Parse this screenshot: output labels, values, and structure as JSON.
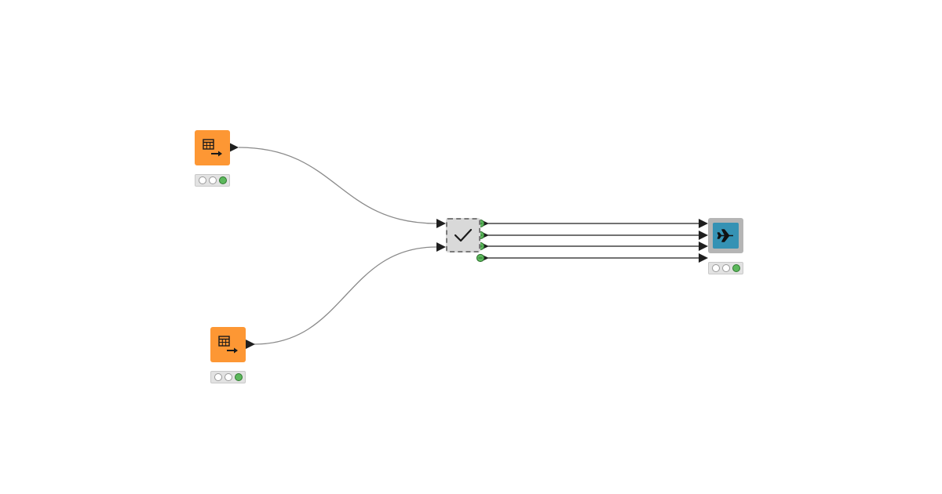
{
  "colors": {
    "table_creator_node": "#fd9734",
    "component_node_fill": "#d9d9d9",
    "destination_node_outer": "#b5b5b5",
    "destination_node_inner": "#3592b4",
    "status_green": "#5cb85c",
    "wire_gray": "#8a8a8a",
    "wire_dark": "#1f1f1f"
  },
  "nodes": [
    {
      "id": "table-creator-1",
      "type": "table-creator",
      "icon": "table-arrow-icon",
      "status": [
        "off",
        "off",
        "on"
      ]
    },
    {
      "id": "table-creator-2",
      "type": "table-creator",
      "icon": "table-arrow-icon",
      "status": [
        "off",
        "off",
        "on"
      ]
    },
    {
      "id": "component-node",
      "type": "component",
      "icon": "checkmark-icon",
      "output_ports": 4
    },
    {
      "id": "destination-node",
      "type": "destination",
      "icon": "airplane-icon",
      "status": [
        "off",
        "off",
        "on"
      ],
      "input_ports": 4
    }
  ],
  "connections": [
    {
      "from": "table-creator-1",
      "to": "component-node",
      "to_port": 1
    },
    {
      "from": "table-creator-2",
      "to": "component-node",
      "to_port": 2
    },
    {
      "from": "component-node",
      "from_port": 1,
      "to": "destination-node",
      "to_port": 1
    },
    {
      "from": "component-node",
      "from_port": 2,
      "to": "destination-node",
      "to_port": 2
    },
    {
      "from": "component-node",
      "from_port": 3,
      "to": "destination-node",
      "to_port": 3
    },
    {
      "from": "component-node",
      "from_port": 4,
      "to": "destination-node",
      "to_port": 4
    }
  ]
}
